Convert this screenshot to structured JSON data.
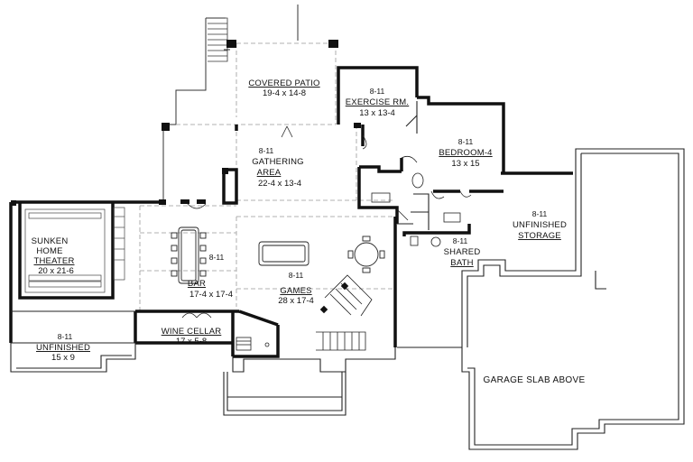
{
  "rooms": {
    "covered_patio": {
      "ceiling": "",
      "name": "COVERED PATIO",
      "dims": "19-4 x 14-8"
    },
    "exercise": {
      "ceiling": "8-11",
      "name": "EXERCISE RM.",
      "dims": "13 x 13-4"
    },
    "bedroom4": {
      "ceiling": "8-11",
      "name": "BEDROOM-4",
      "dims": "13 x 15"
    },
    "gathering": {
      "ceiling": "8-11",
      "name1": "GATHERING",
      "name2": "AREA",
      "dims": "22-4 x 13-4"
    },
    "unfinished_storage": {
      "ceiling": "8-11",
      "name1": "UNFINISHED",
      "name2": "STORAGE"
    },
    "shared_bath": {
      "ceiling": "8-11",
      "name1": "SHARED",
      "name2": "BATH"
    },
    "theater": {
      "name1": "SUNKEN",
      "name2": "HOME",
      "name3": "THEATER",
      "dims": "20 x 21-6"
    },
    "bar": {
      "ceiling": "8-11",
      "name": "BAR",
      "dims": "17-4 x 17-4"
    },
    "games": {
      "ceiling": "8-11",
      "name": "GAMES",
      "dims": "28 x 17-4"
    },
    "wine_cellar": {
      "name": "WINE CELLAR",
      "dims": "17 x 5-8"
    },
    "unfinished": {
      "ceiling": "8-11",
      "name": "UNFINISHED",
      "dims": "15 x 9"
    },
    "garage_slab": {
      "name": "GARAGE SLAB ABOVE"
    }
  },
  "colors": {
    "wall": "#111111",
    "thin": "#222222",
    "dashed": "#999999",
    "background": "#ffffff"
  }
}
